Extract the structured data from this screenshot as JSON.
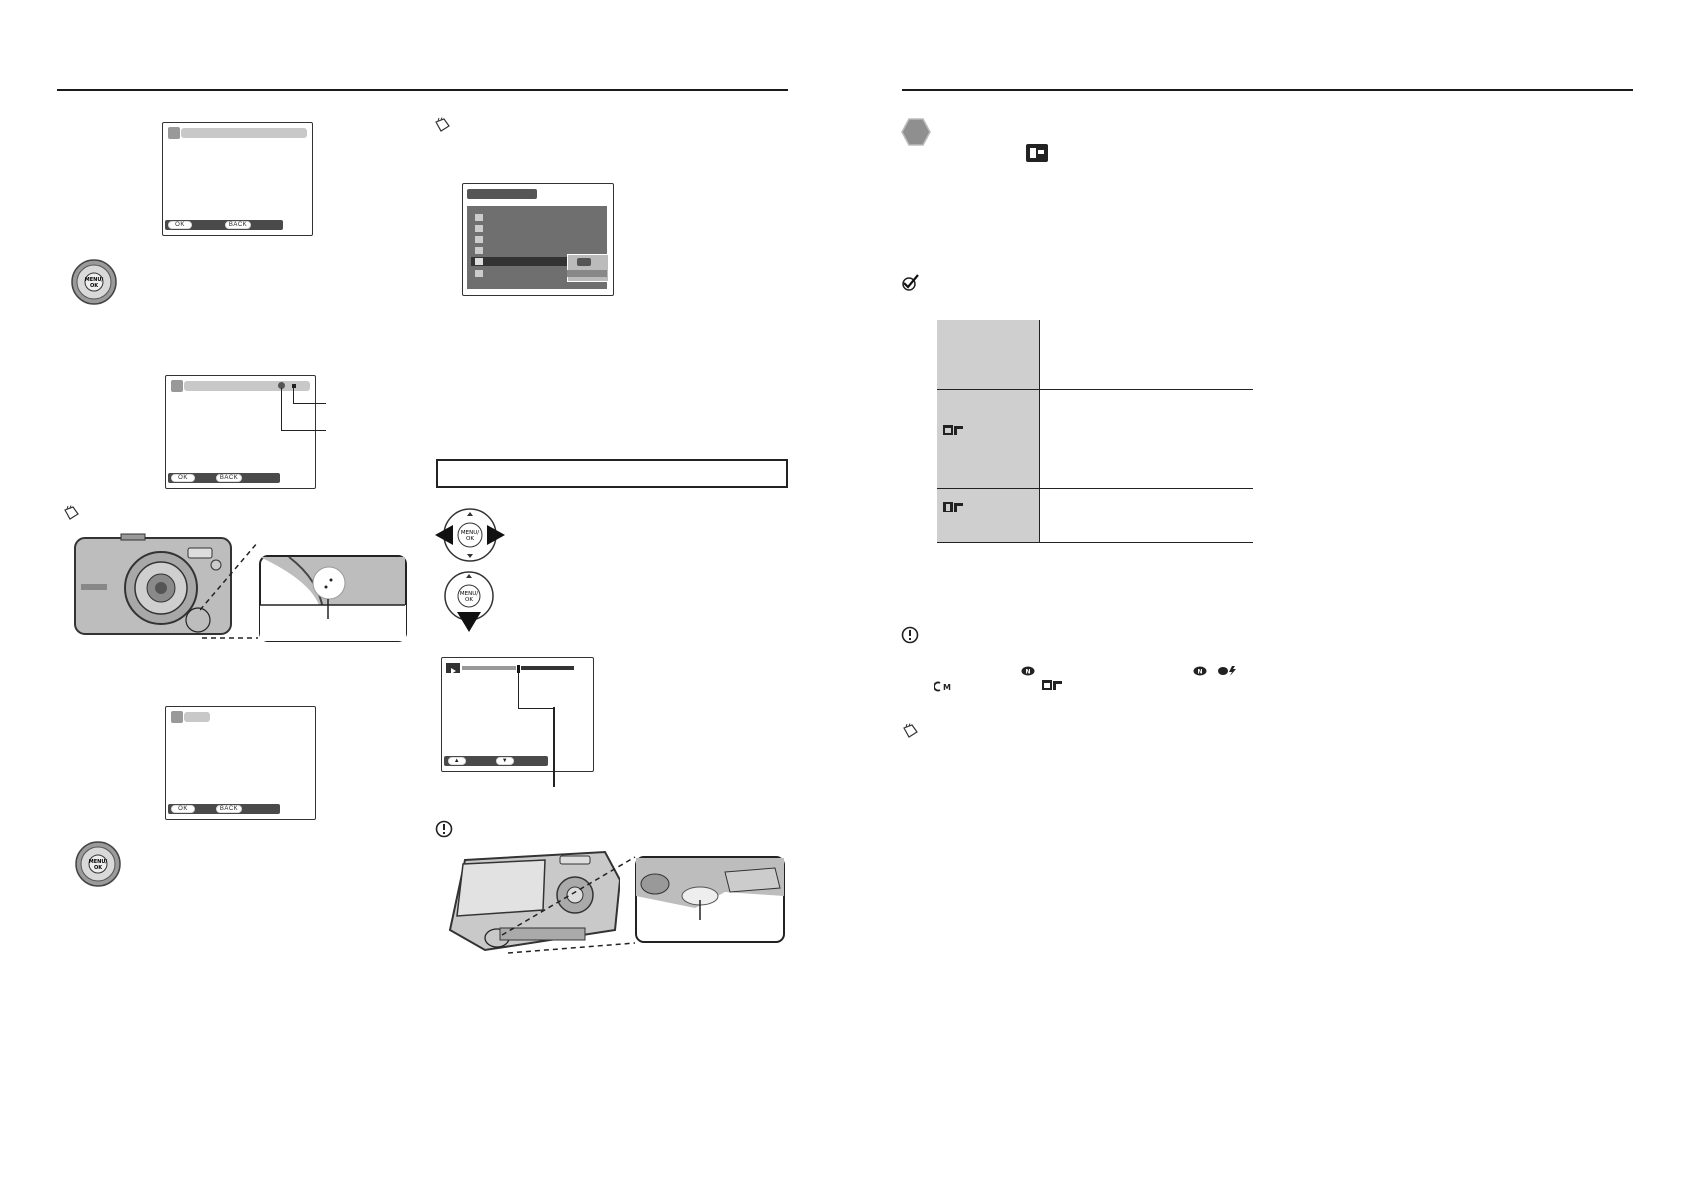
{
  "lcd_screens": {
    "s1": {
      "ok": "OK",
      "back": "BACK"
    },
    "s2": {
      "ok": "OK",
      "back": "BACK"
    },
    "s3": {
      "ok": "OK",
      "back": "BACK"
    }
  },
  "dpad": {
    "center_label_1": "MENU/",
    "center_label_2": "OK"
  },
  "colors": {
    "rule": "#1a1a1a",
    "grey_fill": "#cfcfcf",
    "lcd_bar": "#c8c8c8",
    "lcd_dark": "#4a4a4a",
    "hex_badge": "#8f8f8f"
  },
  "table": {
    "rows": [
      {
        "icon": ""
      },
      {
        "icon": "camera-F-icon"
      },
      {
        "icon": "camera-B-icon"
      }
    ]
  },
  "icons": {
    "note": "memo-pad-icon",
    "caution": "exclamation-circle-icon",
    "check": "check-mark-icon"
  }
}
